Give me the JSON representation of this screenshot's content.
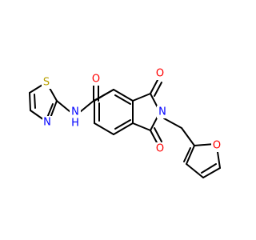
{
  "molecule": {
    "atoms": {
      "sulfur": "S",
      "thiazole_nitrogen": "N",
      "amide_nh": "N",
      "amide_h": "H",
      "amide_oxygen": "O",
      "imide_oxygen_top": "O",
      "imide_nitrogen": "N",
      "imide_oxygen_bottom": "O",
      "furan_oxygen": "O"
    },
    "colors": {
      "carbon_bond": "#000000",
      "nitrogen": "#0000ff",
      "oxygen": "#ff0000",
      "sulfur": "#b8a000"
    }
  }
}
